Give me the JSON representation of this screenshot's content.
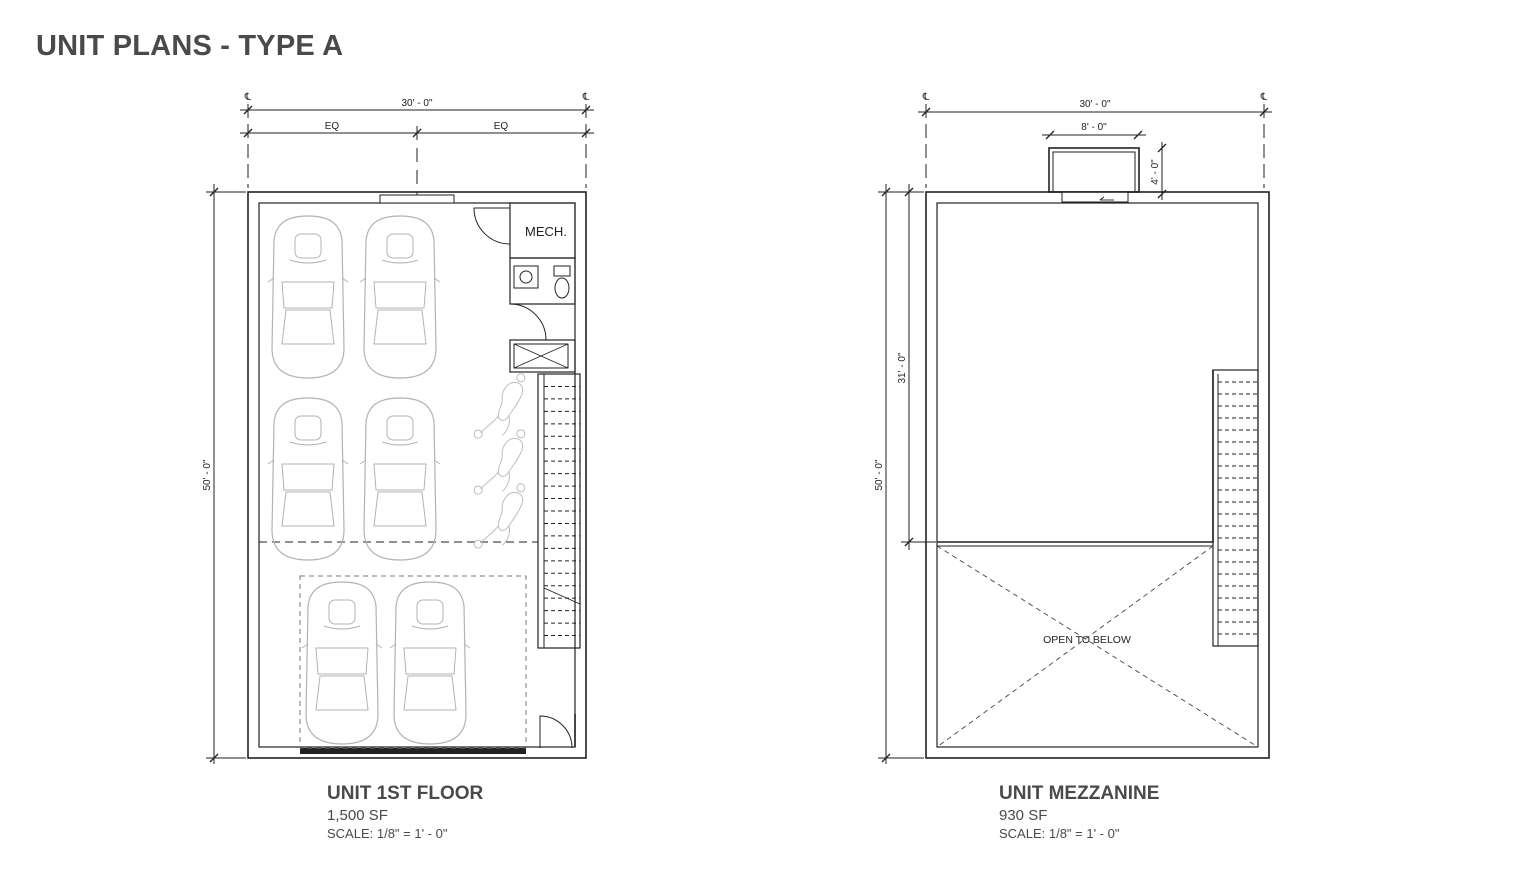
{
  "title": "UNIT PLANS - TYPE A",
  "centerline_symbol": "℄",
  "plans": [
    {
      "name": "UNIT 1ST FLOOR",
      "area": "1,500 SF",
      "scale": "SCALE: 1/8\" = 1' - 0\"",
      "dim_width": "30' - 0\"",
      "dim_eq_left": "EQ",
      "dim_eq_right": "EQ",
      "dim_depth": "50' - 0\"",
      "room_mech": "MECH."
    },
    {
      "name": "UNIT MEZZANINE",
      "area": "930 SF",
      "scale": "SCALE: 1/8\" = 1' - 0\"",
      "dim_width": "30' - 0\"",
      "dim_bump_width": "8' - 0\"",
      "dim_bump_depth": "4' - 0\"",
      "dim_depth": "50' - 0\"",
      "dim_mezz_depth": "31' - 0\"",
      "open_label": "OPEN TO BELOW"
    }
  ]
}
